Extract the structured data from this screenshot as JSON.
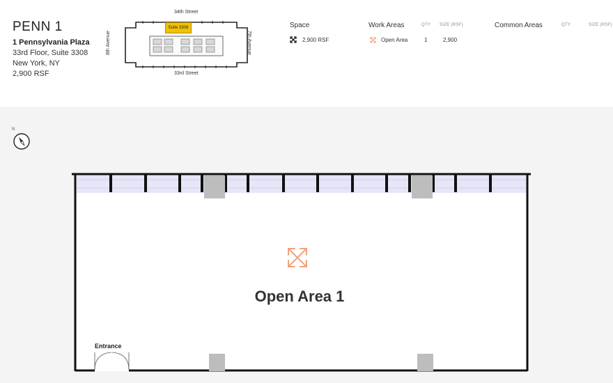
{
  "building": {
    "name": "PENN 1",
    "address_line1": "1 Pennsylvania Plaza",
    "address_line2": "33rd Floor, Suite 3308",
    "address_line3": "New York, NY",
    "size": "2,900 RSF"
  },
  "keymap": {
    "north_street": "34th Street",
    "south_street": "33rd Street",
    "west_street": "8th Avenue",
    "east_street": "7th Avenue",
    "suite_label": "Suite 3308",
    "suite_color": "#f2c100"
  },
  "space": {
    "title": "Space",
    "icon": "expand-arrows-icon",
    "value": "2,900 RSF"
  },
  "work_areas": {
    "title": "Work Areas",
    "qty_header": "QTY",
    "size_header": "SIZE (RSF)",
    "rows": [
      {
        "name": "Open Area",
        "qty": "1",
        "size": "2,900",
        "icon": "expand-arrows-icon",
        "color": "#f0a27a"
      }
    ]
  },
  "common_areas": {
    "title": "Common Areas",
    "qty_header": "QTY",
    "size_header": "SIZE (RSF)"
  },
  "floorplan": {
    "compass_label": "N",
    "area_label": "Open Area 1",
    "entrance_label": "Entrance",
    "area_icon_color": "#f0a27a",
    "window_color": "#e6e6f8",
    "column_color": "#bdbdbd"
  }
}
